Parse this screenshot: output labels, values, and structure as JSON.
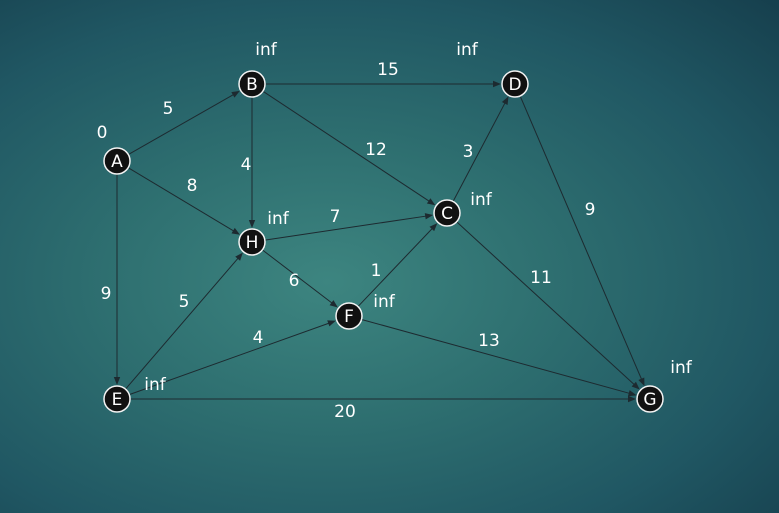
{
  "graph": {
    "nodes": [
      {
        "id": "A",
        "distance": "0"
      },
      {
        "id": "B",
        "distance": "inf"
      },
      {
        "id": "D",
        "distance": "inf"
      },
      {
        "id": "C",
        "distance": "inf"
      },
      {
        "id": "H",
        "distance": "inf"
      },
      {
        "id": "F",
        "distance": "inf"
      },
      {
        "id": "E",
        "distance": "inf"
      },
      {
        "id": "G",
        "distance": "inf"
      }
    ],
    "edges": [
      {
        "from": "A",
        "to": "B",
        "weight": "5"
      },
      {
        "from": "A",
        "to": "H",
        "weight": "8"
      },
      {
        "from": "A",
        "to": "E",
        "weight": "9"
      },
      {
        "from": "B",
        "to": "D",
        "weight": "15"
      },
      {
        "from": "B",
        "to": "H",
        "weight": "4"
      },
      {
        "from": "B",
        "to": "C",
        "weight": "12"
      },
      {
        "from": "C",
        "to": "D",
        "weight": "3"
      },
      {
        "from": "D",
        "to": "G",
        "weight": "9"
      },
      {
        "from": "H",
        "to": "C",
        "weight": "7"
      },
      {
        "from": "H",
        "to": "F",
        "weight": "6"
      },
      {
        "from": "F",
        "to": "C",
        "weight": "1"
      },
      {
        "from": "C",
        "to": "G",
        "weight": "11"
      },
      {
        "from": "E",
        "to": "H",
        "weight": "5"
      },
      {
        "from": "E",
        "to": "F",
        "weight": "4"
      },
      {
        "from": "F",
        "to": "G",
        "weight": "13"
      },
      {
        "from": "E",
        "to": "G",
        "weight": "20"
      }
    ]
  }
}
